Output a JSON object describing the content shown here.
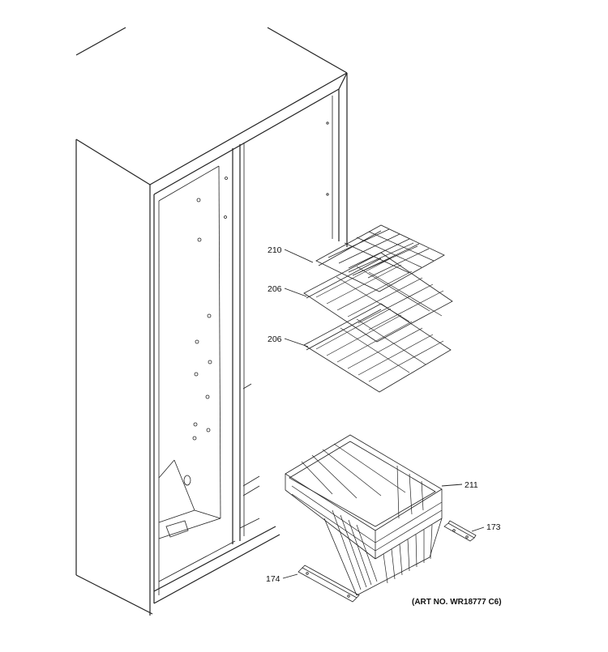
{
  "callouts": {
    "c210": "210",
    "c206_top": "206",
    "c206_bottom": "206",
    "c211": "211",
    "c173": "173",
    "c174": "174"
  },
  "art_number": "(ART NO. WR18777 C6)"
}
